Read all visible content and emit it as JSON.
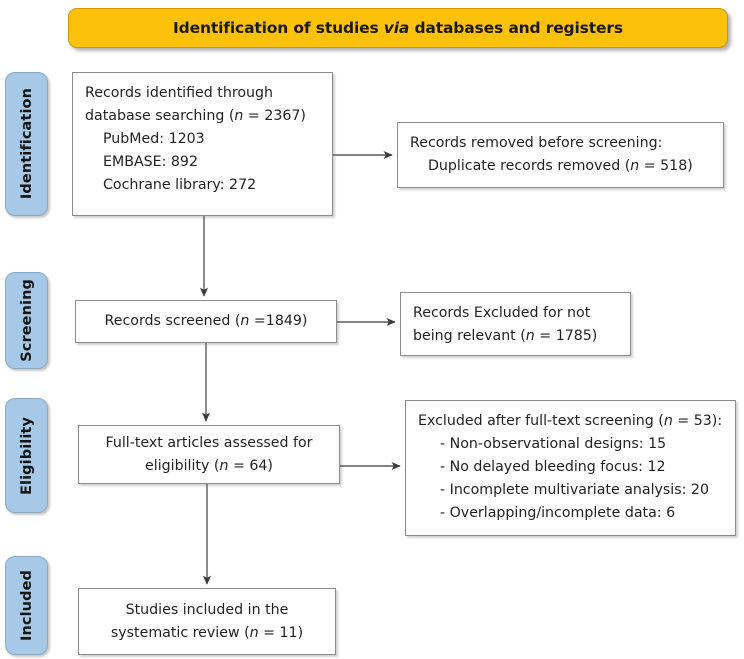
{
  "banner": {
    "text_before": "Identification of studies ",
    "text_italic": "via",
    "text_after": " databases and registers",
    "color": "#fcc10b"
  },
  "stages": {
    "identification": "Identification",
    "screening": "Screening",
    "eligibility": "Eligibility",
    "included": "Included",
    "color": "#a6c9e8"
  },
  "boxes": {
    "identified": {
      "line1": "Records identified through",
      "line2_before": "database searching (",
      "line2_italic": "n",
      "line2_after": " = 2367)",
      "source1": "PubMed: 1203",
      "source2": "EMBASE: 892",
      "source3": "Cochrane library: 272"
    },
    "removed": {
      "line1": "Records removed before screening:",
      "line2_before": "Duplicate records removed (",
      "line2_italic": "n",
      "line2_after": " = 518)"
    },
    "screened": {
      "text_before": "Records screened (",
      "text_italic": "n",
      "text_after": " =1849)"
    },
    "excluded": {
      "line1": "Records Excluded for not",
      "line2_before": "being relevant (",
      "line2_italic": "n",
      "line2_after": " = 1785)"
    },
    "fulltext": {
      "line1": "Full-text articles assessed for",
      "line2_before": "eligibility (",
      "line2_italic": "n",
      "line2_after": " = 64)"
    },
    "exclusion_reasons": {
      "heading_before": "Excluded after full-text screening (",
      "heading_italic": "n",
      "heading_after": " = 53):",
      "reason1": "- Non-observational designs: 15",
      "reason2": "- No delayed bleeding focus: 12",
      "reason3": "- Incomplete multivariate analysis: 20",
      "reason4": "- Overlapping/incomplete data: 6"
    },
    "included": {
      "line1": "Studies included in the",
      "line2_before": "systematic review (",
      "line2_italic": "n",
      "line2_after": " = 11)"
    }
  },
  "chart_data": {
    "type": "diagram",
    "title": "Identification of studies via databases and registers",
    "diagram_kind": "PRISMA flow diagram",
    "stages": [
      "Identification",
      "Screening",
      "Eligibility",
      "Included"
    ],
    "nodes": [
      {
        "id": "identified",
        "stage": "Identification",
        "label": "Records identified through database searching",
        "n": 2367,
        "breakdown": [
          {
            "source": "PubMed",
            "n": 1203
          },
          {
            "source": "EMBASE",
            "n": 892
          },
          {
            "source": "Cochrane library",
            "n": 272
          }
        ]
      },
      {
        "id": "removed",
        "stage": "Identification",
        "label": "Records removed before screening: Duplicate records removed",
        "n": 518
      },
      {
        "id": "screened",
        "stage": "Screening",
        "label": "Records screened",
        "n": 1849
      },
      {
        "id": "excluded",
        "stage": "Screening",
        "label": "Records Excluded for not being relevant",
        "n": 1785
      },
      {
        "id": "fulltext",
        "stage": "Eligibility",
        "label": "Full-text articles assessed for eligibility",
        "n": 64
      },
      {
        "id": "exclusion_reasons",
        "stage": "Eligibility",
        "label": "Excluded after full-text screening",
        "n": 53,
        "breakdown": [
          {
            "reason": "Non-observational designs",
            "n": 15
          },
          {
            "reason": "No delayed bleeding focus",
            "n": 12
          },
          {
            "reason": "Incomplete multivariate analysis",
            "n": 20
          },
          {
            "reason": "Overlapping/incomplete data",
            "n": 6
          }
        ]
      },
      {
        "id": "included",
        "stage": "Included",
        "label": "Studies included in the systematic review",
        "n": 11
      }
    ],
    "edges": [
      {
        "from": "identified",
        "to": "removed",
        "direction": "right"
      },
      {
        "from": "identified",
        "to": "screened",
        "direction": "down"
      },
      {
        "from": "screened",
        "to": "excluded",
        "direction": "right"
      },
      {
        "from": "screened",
        "to": "fulltext",
        "direction": "down"
      },
      {
        "from": "fulltext",
        "to": "exclusion_reasons",
        "direction": "right"
      },
      {
        "from": "fulltext",
        "to": "included",
        "direction": "down"
      }
    ]
  }
}
